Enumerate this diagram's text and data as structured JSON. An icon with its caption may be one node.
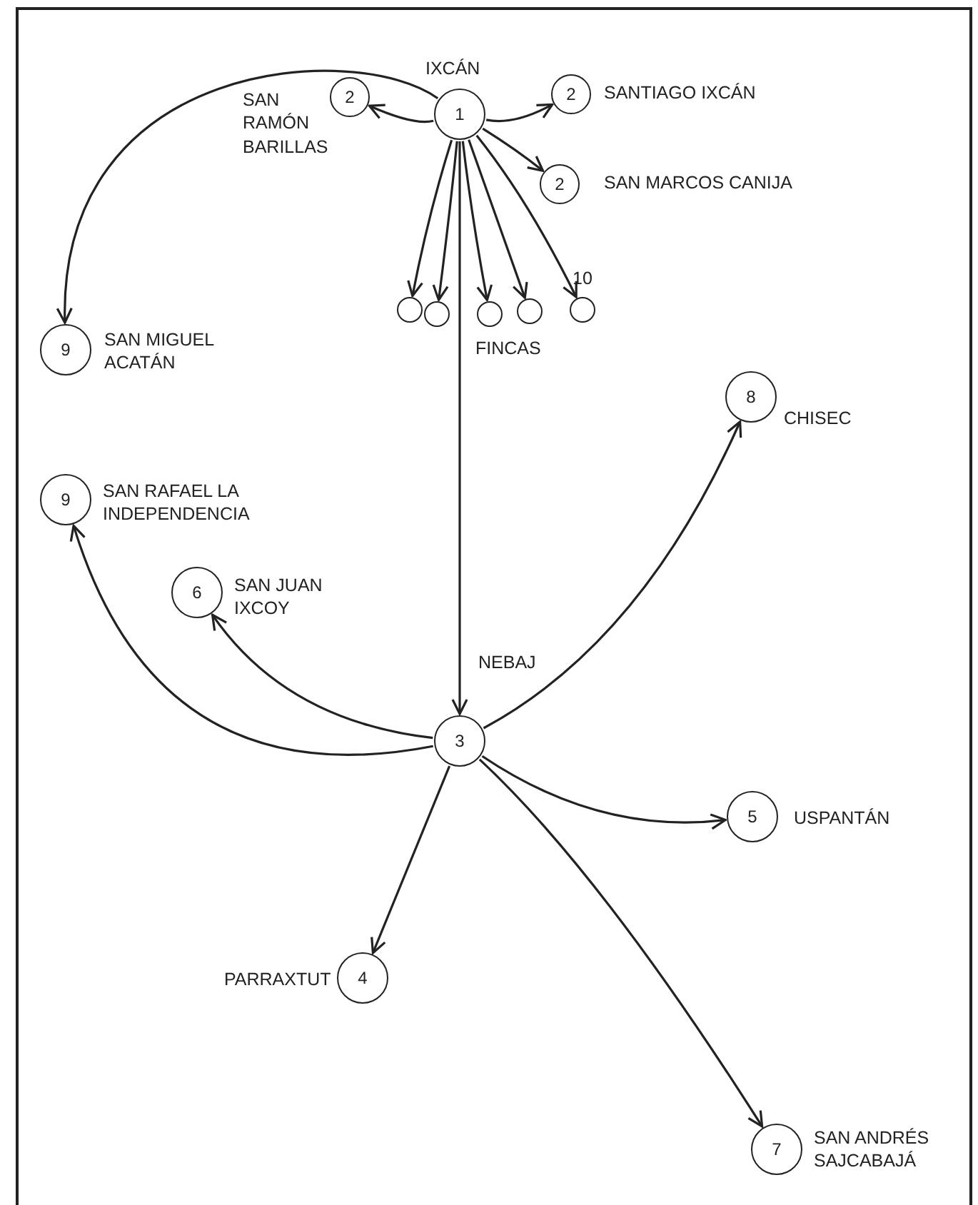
{
  "diagram": {
    "nodes": [
      {
        "text": [
          "1"
        ],
        "beside": [
          "IXCÁN"
        ]
      },
      {
        "text": [
          "2"
        ],
        "beside": [
          "SAN RAMÓN BARILLAS"
        ]
      },
      {
        "text": [
          "2"
        ],
        "beside": [
          "SANTIAGO IXCÁN"
        ]
      },
      {
        "text": [
          "2"
        ],
        "beside": [
          "SAN MARCOS CANIJA"
        ]
      },
      {
        "text": [
          "9"
        ],
        "beside": [
          "SAN MIGUEL ACATÁN"
        ]
      },
      {
        "text": [],
        "shape": "circle"
      },
      {
        "text": [],
        "shape": "circle"
      },
      {
        "text": [],
        "shape": "circle"
      },
      {
        "text": [],
        "shape": "circle"
      },
      {
        "text": [],
        "shape": "circle",
        "beside": [
          "10"
        ]
      },
      {
        "text": [
          "8"
        ],
        "beside": [
          "CHISEC"
        ]
      },
      {
        "text": [
          "9"
        ],
        "beside": [
          "SAN RAFAEL LA INDEPENDENCIA"
        ]
      },
      {
        "text": [
          "6"
        ],
        "beside": [
          "SAN JUAN IXCOY"
        ]
      },
      {
        "text": [
          "3"
        ],
        "beside": [
          "NEBAJ"
        ]
      },
      {
        "text": [
          "5"
        ],
        "beside": [
          "USPANTÁN"
        ]
      },
      {
        "text": [
          "4"
        ],
        "beside": [
          "PARRAXTUT"
        ]
      },
      {
        "text": [
          "7"
        ],
        "beside": [
          "SAN ANDRÉS SAJCABAJÁ"
        ]
      }
    ],
    "edges": [
      {
        "from": 0,
        "to": 1,
        "arrow": "to"
      },
      {
        "from": 0,
        "to": 2,
        "arrow": "to"
      },
      {
        "from": 0,
        "to": 3,
        "arrow": "to"
      },
      {
        "from": 0,
        "to": 4,
        "arrow": "to"
      },
      {
        "from": 0,
        "to": 5,
        "arrow": "to"
      },
      {
        "from": 0,
        "to": 6,
        "arrow": "to"
      },
      {
        "from": 0,
        "to": 7,
        "arrow": "to"
      },
      {
        "from": 0,
        "to": 8,
        "arrow": "to"
      },
      {
        "from": 0,
        "to": 9,
        "arrow": "to"
      },
      {
        "from": 0,
        "to": 13,
        "arrow": "to"
      },
      {
        "from": 13,
        "to": 10,
        "arrow": "to"
      },
      {
        "from": 13,
        "to": 11,
        "arrow": "to"
      },
      {
        "from": 13,
        "to": 12,
        "arrow": "to"
      },
      {
        "from": 13,
        "to": 14,
        "arrow": "to"
      },
      {
        "from": 13,
        "to": 15,
        "arrow": "to"
      },
      {
        "from": 13,
        "to": 16,
        "arrow": "to"
      }
    ],
    "labels": [
      "FINCAS"
    ]
  }
}
